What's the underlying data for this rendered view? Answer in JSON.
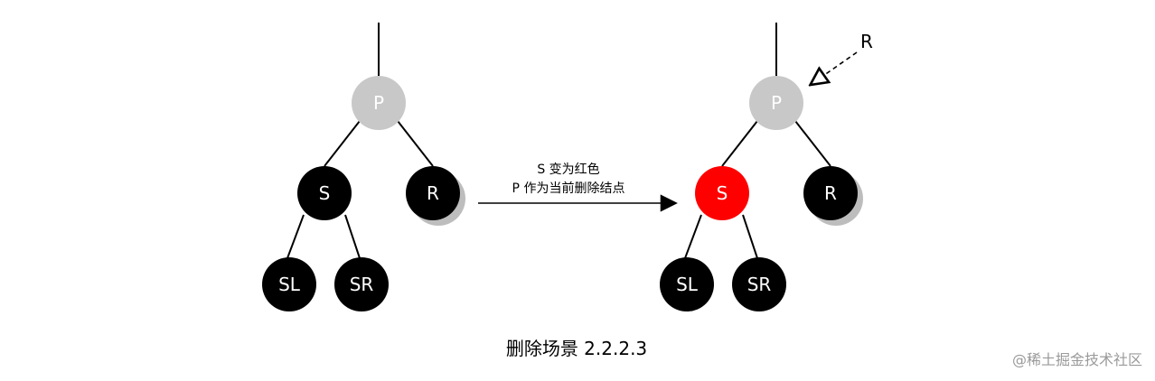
{
  "colors": {
    "red_node": "#ff0000",
    "black_node": "#000000",
    "gray_node": "#c8c8c8",
    "shadow": "#bdbdbd",
    "edge": "#000000"
  },
  "left_tree": {
    "p_label": "P",
    "s_label": "S",
    "r_label": "R",
    "sl_label": "SL",
    "sr_label": "SR"
  },
  "right_tree": {
    "p_label": "P",
    "s_label": "S",
    "r_label": "R",
    "sl_label": "SL",
    "sr_label": "SR",
    "pointer_label": "R"
  },
  "transition": {
    "line1": "S 变为红色",
    "line2": "P 作为当前删除结点"
  },
  "caption": "删除场景 2.2.2.3",
  "watermark": "@稀土掘金技术社区"
}
